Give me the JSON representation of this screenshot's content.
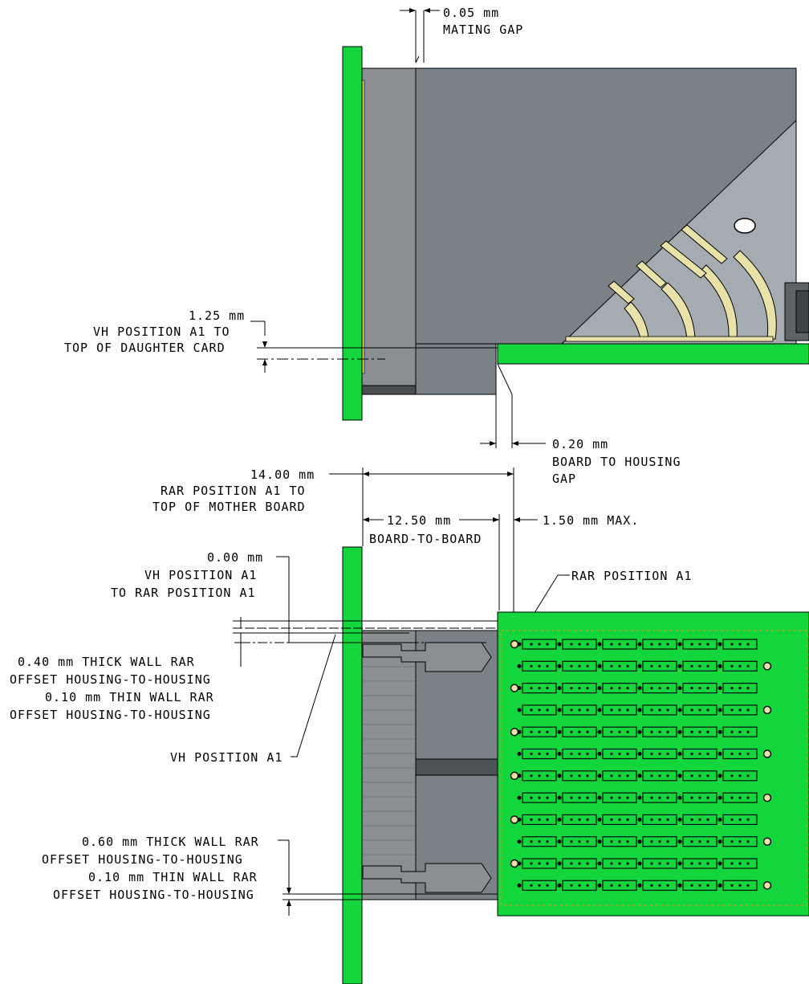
{
  "colors": {
    "board_green": "#13d63c",
    "housing_dark": "#7b8287",
    "housing_mid": "#8c8f91",
    "housing_light": "#a4acb1",
    "contact_cream": "#e8e1a8",
    "pad_dark": "#0a0a0a",
    "outline": "#000000"
  },
  "labels": {
    "mating_gap_value": "0.05 mm",
    "mating_gap_text": "MATING GAP",
    "vh_a1_value": "1.25 mm",
    "vh_a1_line1": "VH POSITION A1 TO",
    "vh_a1_line2": "TOP OF DAUGHTER CARD",
    "board_housing_value": "0.20 mm",
    "board_housing_line1": "BOARD TO HOUSING",
    "board_housing_line2": "GAP",
    "rar_a1_value": "14.00 mm",
    "rar_a1_line1": "RAR POSITION A1 TO",
    "rar_a1_line2": "TOP OF MOTHER BOARD",
    "b2b_value": "12.50 mm",
    "b2b_text": "BOARD-TO-BOARD",
    "max_value": "1.50 mm MAX.",
    "vh_rar_value": "0.00 mm",
    "vh_rar_line1": "VH POSITION A1",
    "vh_rar_line2": "TO RAR POSITION A1",
    "rar_position_a1": "RAR POSITION A1",
    "offset1_line1": "0.40 mm  THICK WALL RAR",
    "offset1_line2": "OFFSET HOUSING-TO-HOUSING",
    "offset1_line3": "0.10 mm THIN WALL RAR",
    "offset1_line4": "OFFSET HOUSING-TO-HOUSING",
    "vh_position_a1": "VH POSITION A1",
    "offset2_line1": "0.60 mm THICK WALL RAR",
    "offset2_line2": "OFFSET HOUSING-TO-HOUSING",
    "offset2_line3": "0.10 mm THIN WALL RAR",
    "offset2_line4": "OFFSET HOUSING-TO-HOUSING"
  }
}
